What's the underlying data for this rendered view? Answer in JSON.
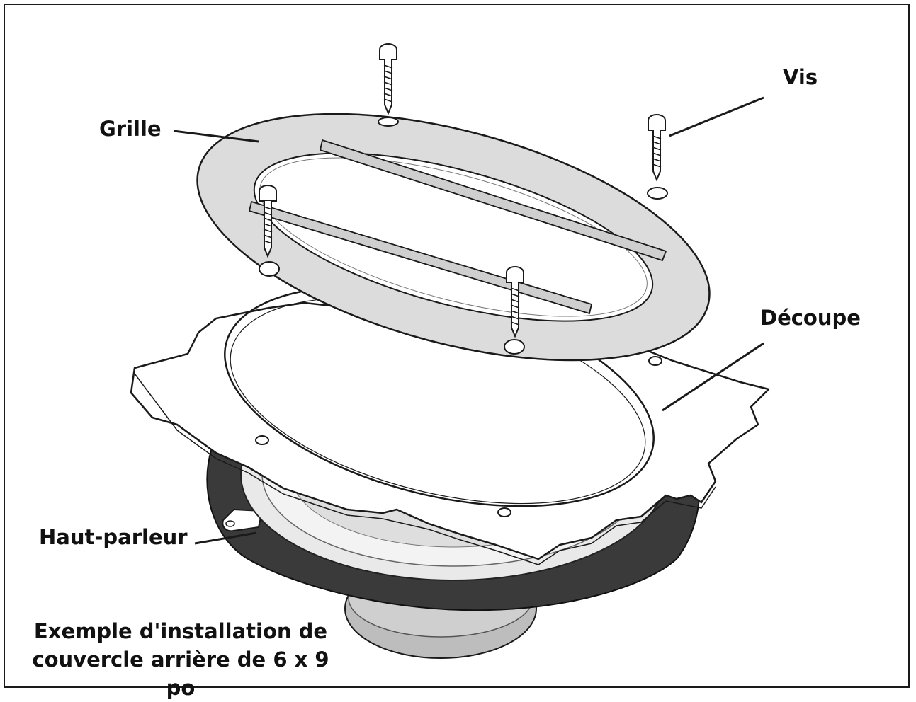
{
  "labels": {
    "grille": "Grille",
    "vis": "Vis",
    "decoupe": "Découpe",
    "haut_parleur": "Haut-parleur"
  },
  "caption": {
    "line1": "Exemple d'installation de",
    "line2": "couvercle arrière de 6 x 9 po"
  },
  "colors": {
    "outline": "#1a1a1a",
    "grille_fill": "#dcdcdc",
    "grille_band": "#cfcfcf",
    "gasket": "#3a3a3a",
    "speaker_basket": "#e9e9e9",
    "magnet": "#bdbdbd",
    "plate_fill": "#ffffff"
  }
}
